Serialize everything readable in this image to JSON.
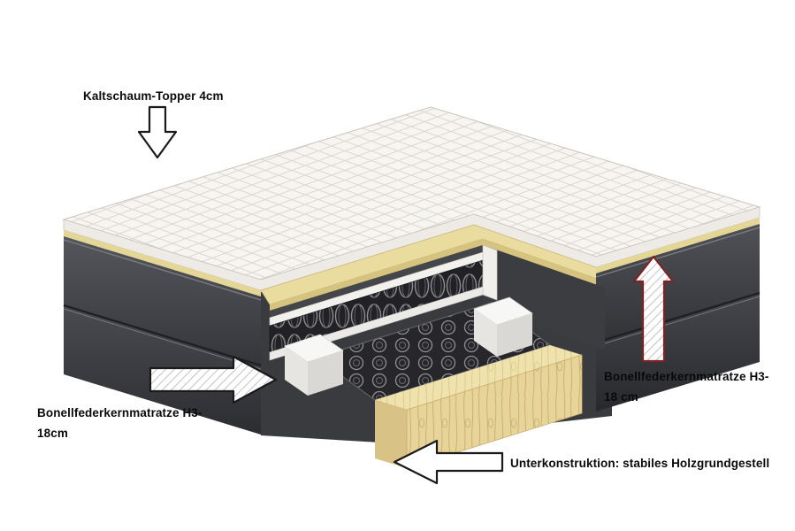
{
  "figure": {
    "annotations": {
      "topper": {
        "text": "Kaltschaum-Topper 4cm",
        "arrow_icon": "down-arrow-icon"
      },
      "mattress_upper": {
        "line1": "Bonellfederkernmatratze H3-",
        "line2": "18 cm",
        "arrow_icon": "up-arrow-icon"
      },
      "mattress_lower": {
        "line1": "Bonellfederkernmatratze H3-",
        "line2": "18cm",
        "arrow_icon": "right-arrow-icon"
      },
      "base": {
        "text": "Unterkonstruktion: stabiles Holzgrundgestell",
        "arrow_icon": "left-arrow-icon"
      }
    },
    "layers": {
      "topper": "quilted cold-foam topper",
      "foam": "yellow foam layer",
      "upper_mattress": "bonell spring core mattress",
      "lower_mattress": "bonell spring core mattress",
      "base": "wooden base frame"
    },
    "colors": {
      "background": "#ffffff",
      "topper_fabric": "#f7f5f1",
      "topper_edge": "#eeebe6",
      "foam_yellow": "#e9dc9e",
      "foam_yellow_side": "#d6c37f",
      "mattress_fabric_light": "#55565b",
      "mattress_fabric_dark": "#2c2d31",
      "spring_coil": "#8f8f93",
      "foam_block_white": "#f4f4f4",
      "wood": "#e7d498",
      "wood_grain": "#bfa269",
      "arrow_fill": "#ffffff",
      "arrow_outline": "#1a1a1a",
      "arrow_red_outline": "#7e2222",
      "label_text": "#0a0a0a"
    }
  }
}
